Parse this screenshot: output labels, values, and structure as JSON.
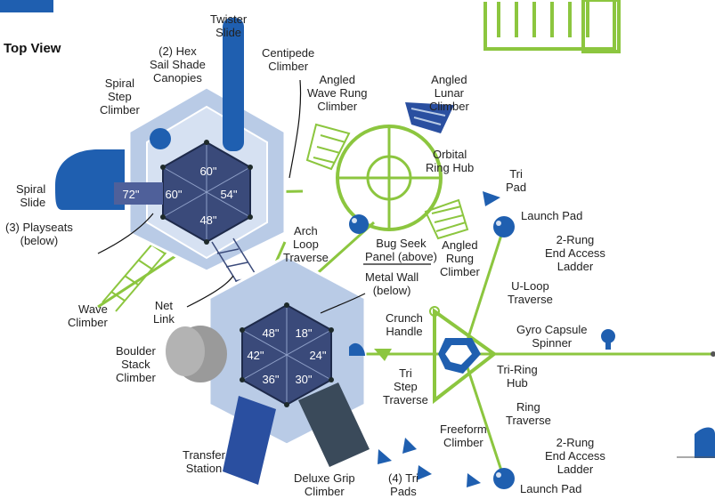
{
  "title": "Top View",
  "labels": {
    "twister_slide": "Twister\nSlide",
    "hex_canopies": "(2) Hex\nSail Shade\nCanopies",
    "centipede_climber": "Centipede\nClimber",
    "spiral_step_climber": "Spiral\nStep\nClimber",
    "angled_wave_rung_climber": "Angled\nWave Rung\nClimber",
    "angled_lunar_climber": "Angled\nLunar\nClimber",
    "orbital_ring_hub": "Orbital\nRing Hub",
    "tri_pad": "Tri\nPad",
    "spiral_slide": "Spiral\nSlide",
    "launch_pad_top": "Launch Pad",
    "playseats": "(3) Playseats\n(below)",
    "arch_loop_traverse": "Arch\nLoop\nTraverse",
    "bug_seek_panel": "Bug Seek\nPanel (above)",
    "metal_wall": "Metal Wall\n(below)",
    "angled_rung_climber": "Angled\nRung\nClimber",
    "two_rung_ladder_top": "2-Rung\nEnd Access\nLadder",
    "u_loop_traverse": "U-Loop\nTraverse",
    "wave_climber": "Wave\nClimber",
    "net_link": "Net\nLink",
    "crunch_handle": "Crunch\nHandle",
    "gyro_capsule_spinner": "Gyro Capsule\nSpinner",
    "boulder_stack_climber": "Boulder\nStack\nClimber",
    "tri_step_traverse": "Tri\nStep\nTraverse",
    "tri_ring_hub": "Tri-Ring\nHub",
    "ring_traverse": "Ring\nTraverse",
    "freeform_climber": "Freeform\nClimber",
    "two_rung_ladder_bottom": "2-Rung\nEnd Access\nLadder",
    "transfer_station": "Transfer\nStation",
    "deluxe_grip_climber": "Deluxe Grip\nClimber",
    "tri_pads": "(4) Tri\nPads",
    "launch_pad_bottom": "Launch Pad"
  },
  "deck_heights_upper": {
    "top": "60\"",
    "left": "72\"",
    "center": "60\"",
    "right": "54\"",
    "bottom": "48\""
  },
  "deck_heights_lower": {
    "top_left": "48\"",
    "top_right": "18\"",
    "left": "42\"",
    "right": "24\"",
    "bottom_left": "36\"",
    "bottom_right": "30\""
  },
  "colors": {
    "deck_fill": "#3a4a7a",
    "panel_light": "#b9cbe6",
    "panel_white": "#eef2fa",
    "green": "#8cc63f",
    "blue": "#1f5fb0",
    "label": "#222222"
  }
}
